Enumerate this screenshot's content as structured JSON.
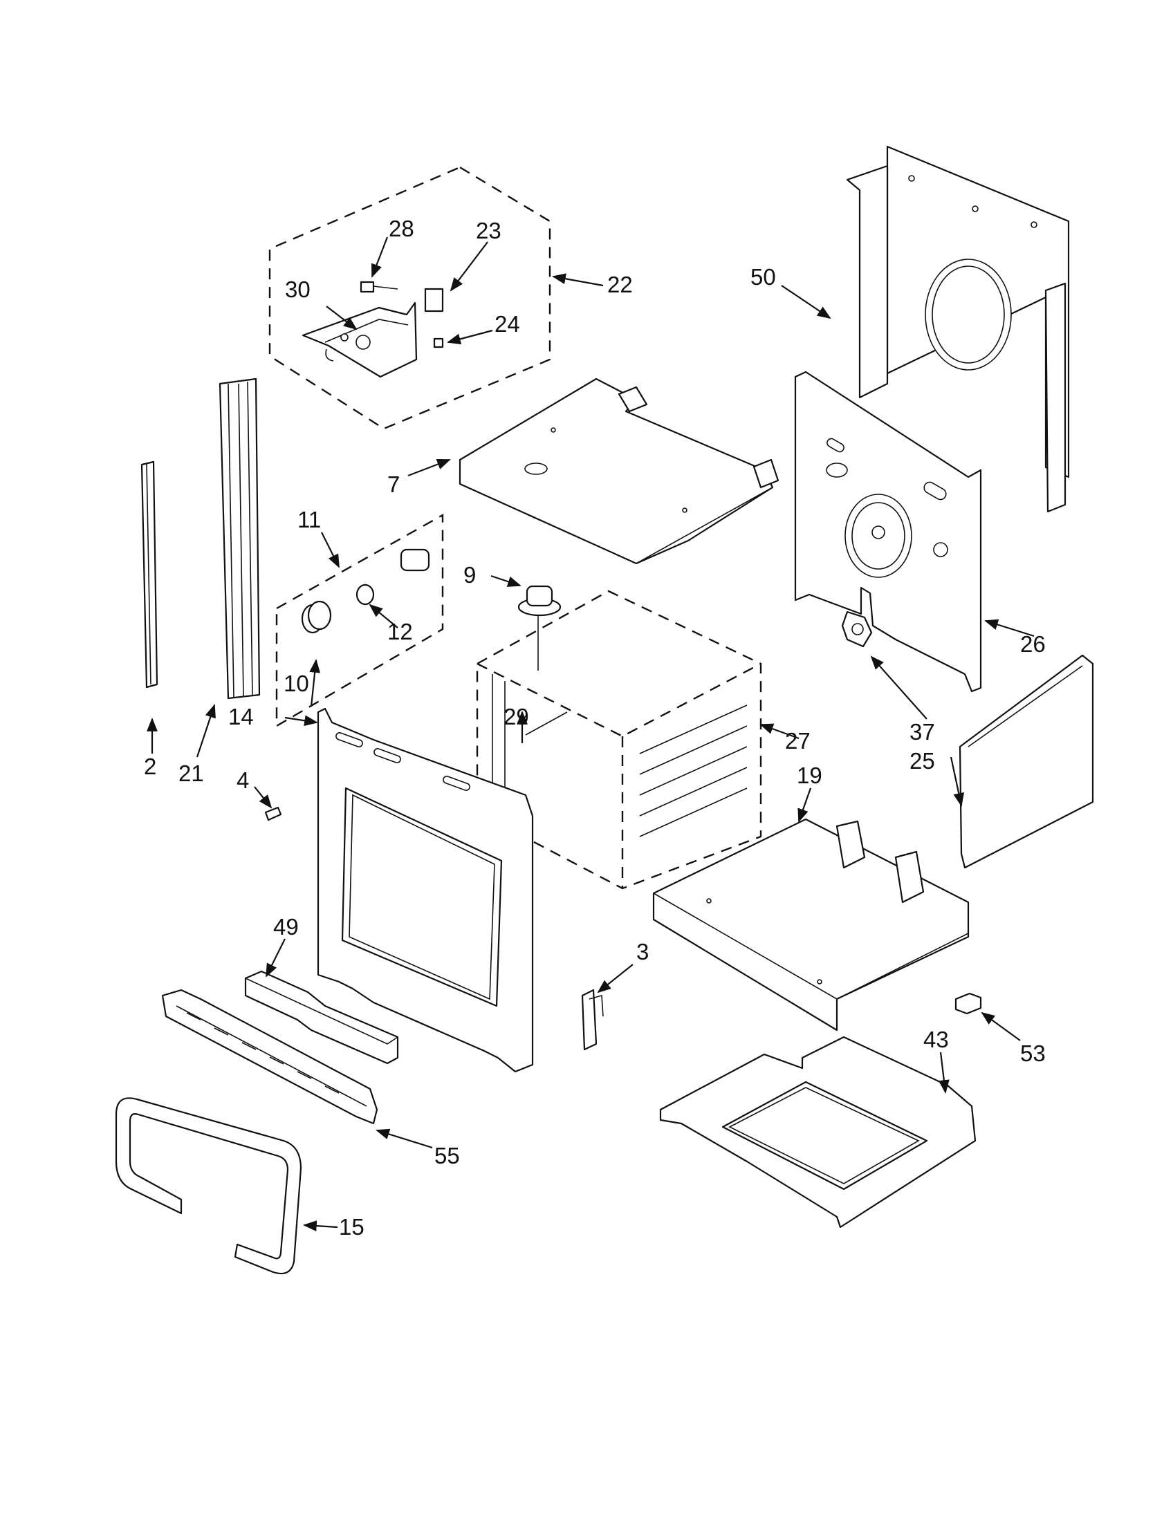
{
  "diagram": {
    "part_labels": [
      {
        "id": "p28",
        "text": "28"
      },
      {
        "id": "p23",
        "text": "23"
      },
      {
        "id": "p22",
        "text": "22"
      },
      {
        "id": "p30",
        "text": "30"
      },
      {
        "id": "p24",
        "text": "24"
      },
      {
        "id": "p50",
        "text": "50"
      },
      {
        "id": "p7",
        "text": "7"
      },
      {
        "id": "p11",
        "text": "11"
      },
      {
        "id": "p9",
        "text": "9"
      },
      {
        "id": "p12",
        "text": "12"
      },
      {
        "id": "p10",
        "text": "10"
      },
      {
        "id": "p26",
        "text": "26"
      },
      {
        "id": "p37",
        "text": "37"
      },
      {
        "id": "p25",
        "text": "25"
      },
      {
        "id": "p2",
        "text": "2"
      },
      {
        "id": "p29",
        "text": "29"
      },
      {
        "id": "p27",
        "text": "27"
      },
      {
        "id": "p14",
        "text": "14"
      },
      {
        "id": "p4",
        "text": "4"
      },
      {
        "id": "p21",
        "text": "21"
      },
      {
        "id": "p19",
        "text": "19"
      },
      {
        "id": "p49",
        "text": "49"
      },
      {
        "id": "p3",
        "text": "3"
      },
      {
        "id": "p43",
        "text": "43"
      },
      {
        "id": "p53",
        "text": "53"
      },
      {
        "id": "p55",
        "text": "55"
      },
      {
        "id": "p15",
        "text": "15"
      }
    ]
  }
}
